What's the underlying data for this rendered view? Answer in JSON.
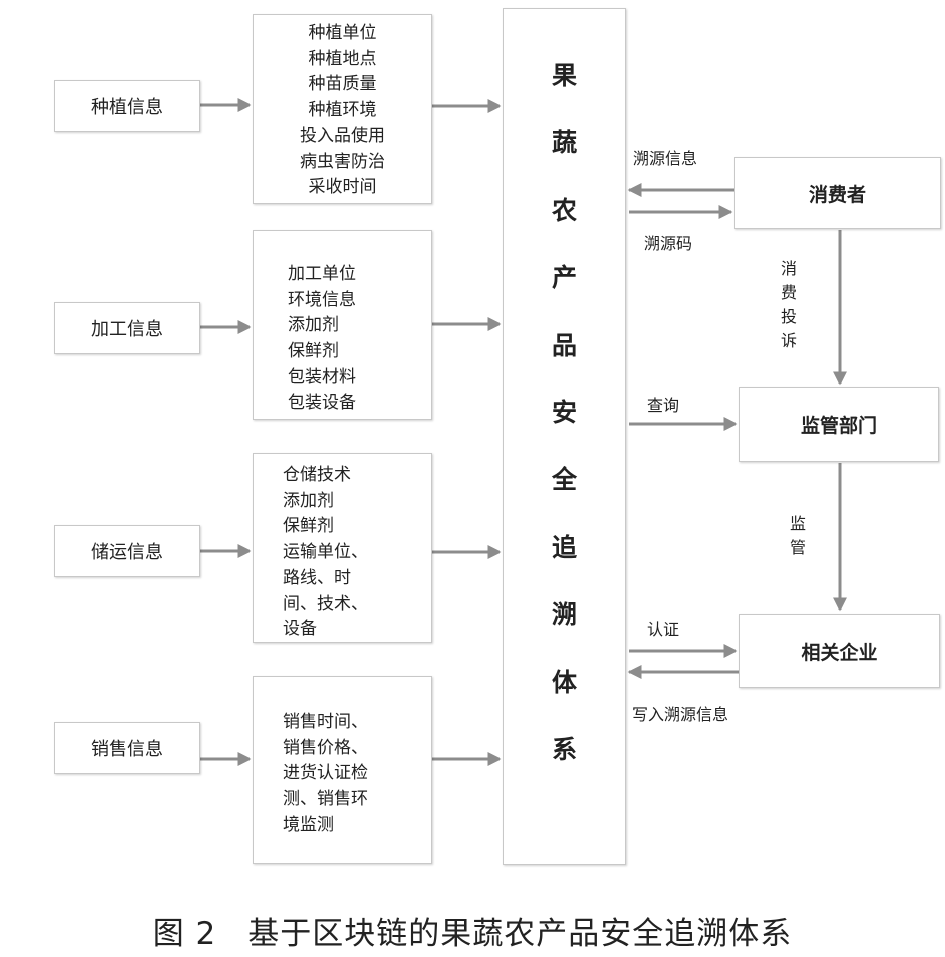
{
  "sources": [
    {
      "label": "种植信息"
    },
    {
      "label": "加工信息"
    },
    {
      "label": "储运信息"
    },
    {
      "label": "销售信息"
    }
  ],
  "attributes": [
    {
      "lines": [
        "种植单位",
        "种植地点",
        "种苗质量",
        "种植环境",
        "投入品使用",
        "病虫害防治",
        "采收时间"
      ]
    },
    {
      "lines": [
        "加工单位",
        "环境信息",
        "添加剂",
        "保鲜剂",
        "包装材料",
        "包装设备"
      ]
    },
    {
      "lines": [
        "仓储技术",
        "添加剂",
        "保鲜剂",
        "运输单位、",
        "路线、时",
        "间、技术、",
        "设备"
      ]
    },
    {
      "lines": [
        "销售时间、",
        "销售价格、",
        "进货认证检",
        "测、销售环",
        "境监测"
      ]
    }
  ],
  "system": {
    "chars": [
      "果",
      "蔬",
      "农",
      "产",
      "品",
      "安",
      "全",
      "追",
      "溯",
      "体",
      "系"
    ]
  },
  "consumer": {
    "label": "消费者"
  },
  "regulator": {
    "label": "监管部门"
  },
  "enterprise": {
    "label": "相关企业"
  },
  "edge_labels": {
    "trace_info": "溯源信息",
    "trace_code": "溯源码",
    "complaint": [
      "消",
      "费",
      "投",
      "诉"
    ],
    "query": "查询",
    "supervise": [
      "监",
      "管"
    ],
    "certify": "认证",
    "write_trace": "写入溯源信息"
  },
  "colors": {
    "arrow": "#8c8c8c",
    "border": "#c8c8c8"
  },
  "caption": "图 2　基于区块链的果蔬农产品安全追溯体系"
}
